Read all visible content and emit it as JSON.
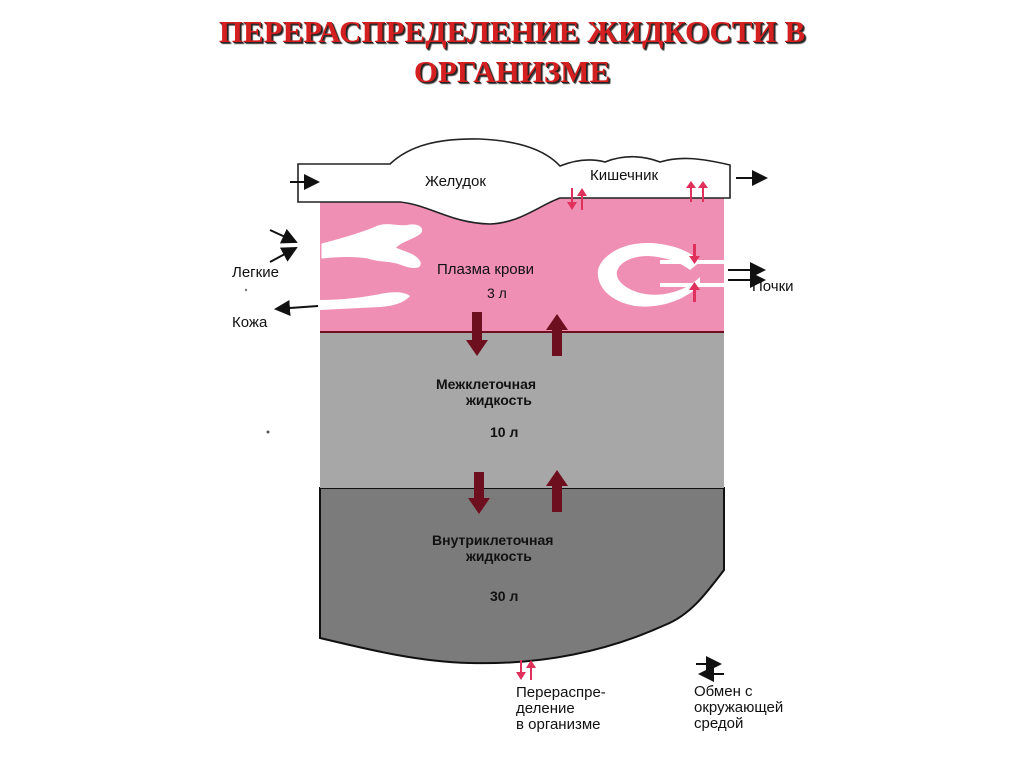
{
  "title": {
    "line1": "ПЕРЕРАСПРЕДЕЛЕНИЕ ЖИДКОСТИ В",
    "line2": "ОРГАНИЗМЕ"
  },
  "organs": {
    "stomach": "Желудок",
    "intestine": "Кишечник",
    "lungs": "Легкие",
    "skin": "Кожа",
    "kidneys": "Почки"
  },
  "compartments": {
    "plasma": {
      "name": "Плазма крови",
      "volume": "3 л"
    },
    "interstitial": {
      "line1": "Межклеточная",
      "line2": "жидкость",
      "volume": "10 л"
    },
    "intracellular": {
      "line1": "Внутриклеточная",
      "line2": "жидкость",
      "volume": "30 л"
    }
  },
  "legend": {
    "redistribution": {
      "line1": "Перераспре-",
      "line2": "деление",
      "line3": "в организме"
    },
    "exchange": {
      "line1": "Обмен с",
      "line2": "окружающей",
      "line3": "средой"
    }
  },
  "colors": {
    "title": "#d42020",
    "plasma": "#ef8fb4",
    "interstitial": "#a7a7a7",
    "intracellular": "#7b7b7b",
    "arrow_dark": "#6d0f1e",
    "arrow_pink": "#e0305c"
  }
}
